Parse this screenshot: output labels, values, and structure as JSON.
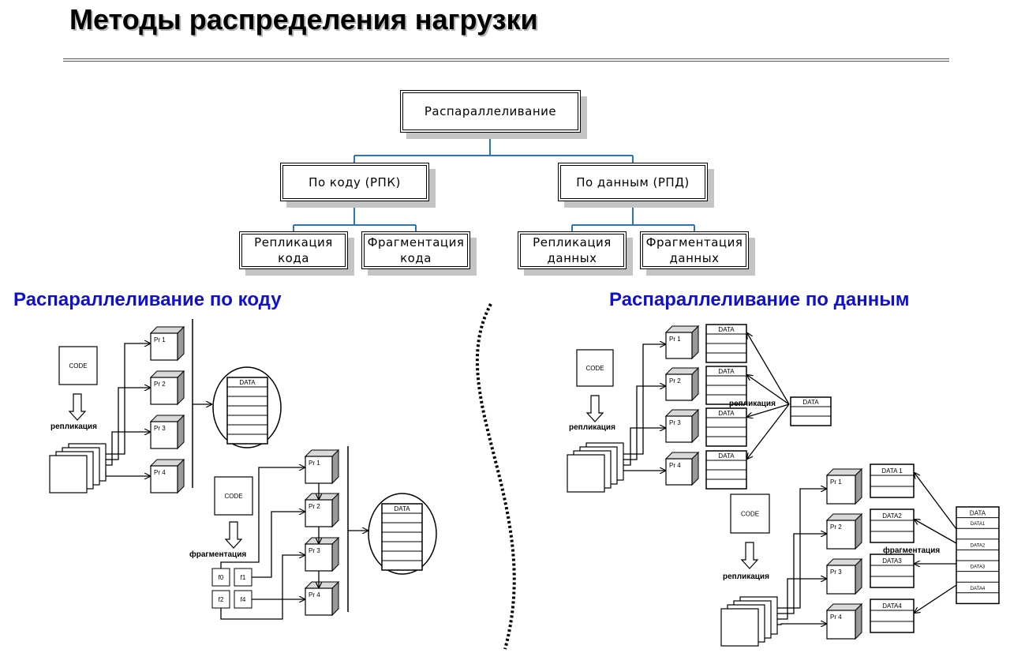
{
  "title": "Методы распределения нагрузки",
  "tree": {
    "root": "Распараллеливание",
    "code_branch": "По коду (РПК)",
    "data_branch": "По данным  (РПД)",
    "leaves": {
      "code_replication": "Репликация\nкода",
      "code_fragmentation": "Фрагментация\nкода",
      "data_replication": "Репликация\nданных",
      "data_fragmentation": "Фрагментация\nданных"
    }
  },
  "left_heading": "Распараллеливание по коду",
  "right_heading": "Распараллеливание по данным",
  "labels": {
    "code": "CODE",
    "data": "DATA",
    "replication": "репликация",
    "fragmentation": "фрагментация",
    "processes": [
      "Pr 1",
      "Pr 2",
      "Pr 3",
      "Pr 4"
    ],
    "fragments": [
      "f0",
      "f1",
      "f2",
      "f4"
    ],
    "data_parts": [
      "DATA1",
      "DATA2",
      "DATA3",
      "DATA4"
    ],
    "data_parts_spaced": [
      "DATA 1",
      "DATA2",
      "DATA3",
      "DATA4"
    ]
  },
  "colors": {
    "tree_connector": "#2e75b6",
    "heading": "#1111cc",
    "title_shadow": "#b8b8b8"
  }
}
